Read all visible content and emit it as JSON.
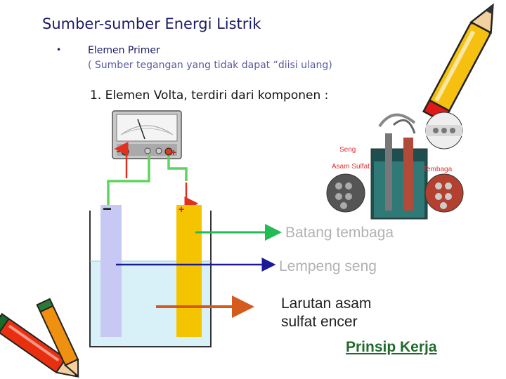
{
  "slide": {
    "title": "Sumber-sumber Energi Listrik",
    "bullet": {
      "symbol": "•",
      "main": "Elemen Primer",
      "sub": "( Sumber tegangan yang tidak dapat “diisi ulang)"
    },
    "sub_heading": "1. Elemen Volta, terdiri dari komponen :"
  },
  "meter": {
    "minus_symbol": "−",
    "plus_symbol": "+"
  },
  "electrodes": {
    "minus_symbol": "−",
    "plus_symbol": "+"
  },
  "cell_diagram": {
    "labels": {
      "seng": "Seng",
      "asam_sulfat": "Asam Sulfat",
      "tembaga": "Tembaga"
    }
  },
  "labels": {
    "batang_tembaga": "Batang tembaga",
    "lempeng_seng": "Lempeng seng",
    "larutan_1": "Larutan asam",
    "larutan_2": "sulfat encer"
  },
  "link": {
    "prinsip_kerja": "Prinsip Kerja"
  },
  "colors": {
    "title": "#1a1a66",
    "copper_arrow": "#22bb55",
    "zinc_arrow": "#1a1a99",
    "acid_arrow": "#d45a1e",
    "copper_plate": "#f5c400",
    "zinc_plate": "#c8c8f5",
    "acid": "#d8f0f8",
    "wire": "#5fd35f",
    "link": "#1e6b2a"
  }
}
